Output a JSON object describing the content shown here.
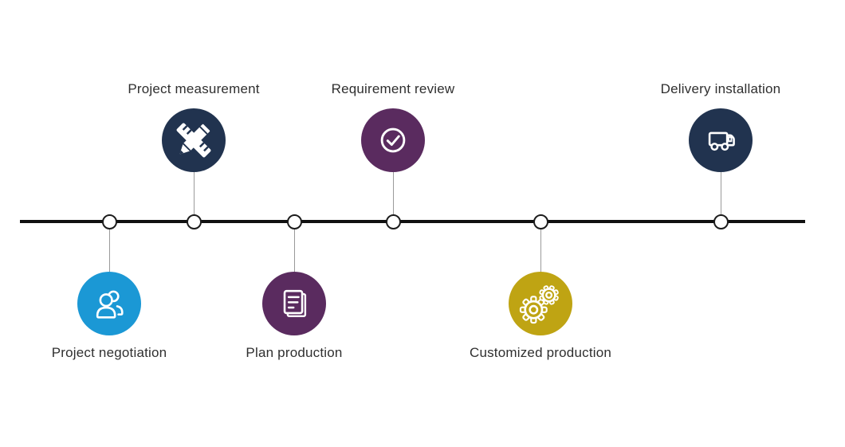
{
  "diagram": {
    "type": "process-timeline",
    "background_color": "#ffffff",
    "line_color": "#111111",
    "dot_border_color": "#1c1c1c",
    "connector_color": "#9a9a9a",
    "label_color": "#2f2f2f",
    "icon_stroke_color": "#ffffff",
    "steps": [
      {
        "label": "Project negotiation",
        "icon": "people-icon",
        "color": "#1b98d5",
        "position": "below"
      },
      {
        "label": "Project measurement",
        "icon": "ruler-pencil-icon",
        "color": "#21334f",
        "position": "above"
      },
      {
        "label": "Plan production",
        "icon": "document-icon",
        "color": "#5a2b5f",
        "position": "below"
      },
      {
        "label": "Requirement review",
        "icon": "check-circle-icon",
        "color": "#5a2b5f",
        "position": "above"
      },
      {
        "label": "Customized production",
        "icon": "gears-icon",
        "color": "#bfa413",
        "position": "below"
      },
      {
        "label": "Delivery installation",
        "icon": "truck-icon",
        "color": "#21334f",
        "position": "above"
      }
    ]
  }
}
